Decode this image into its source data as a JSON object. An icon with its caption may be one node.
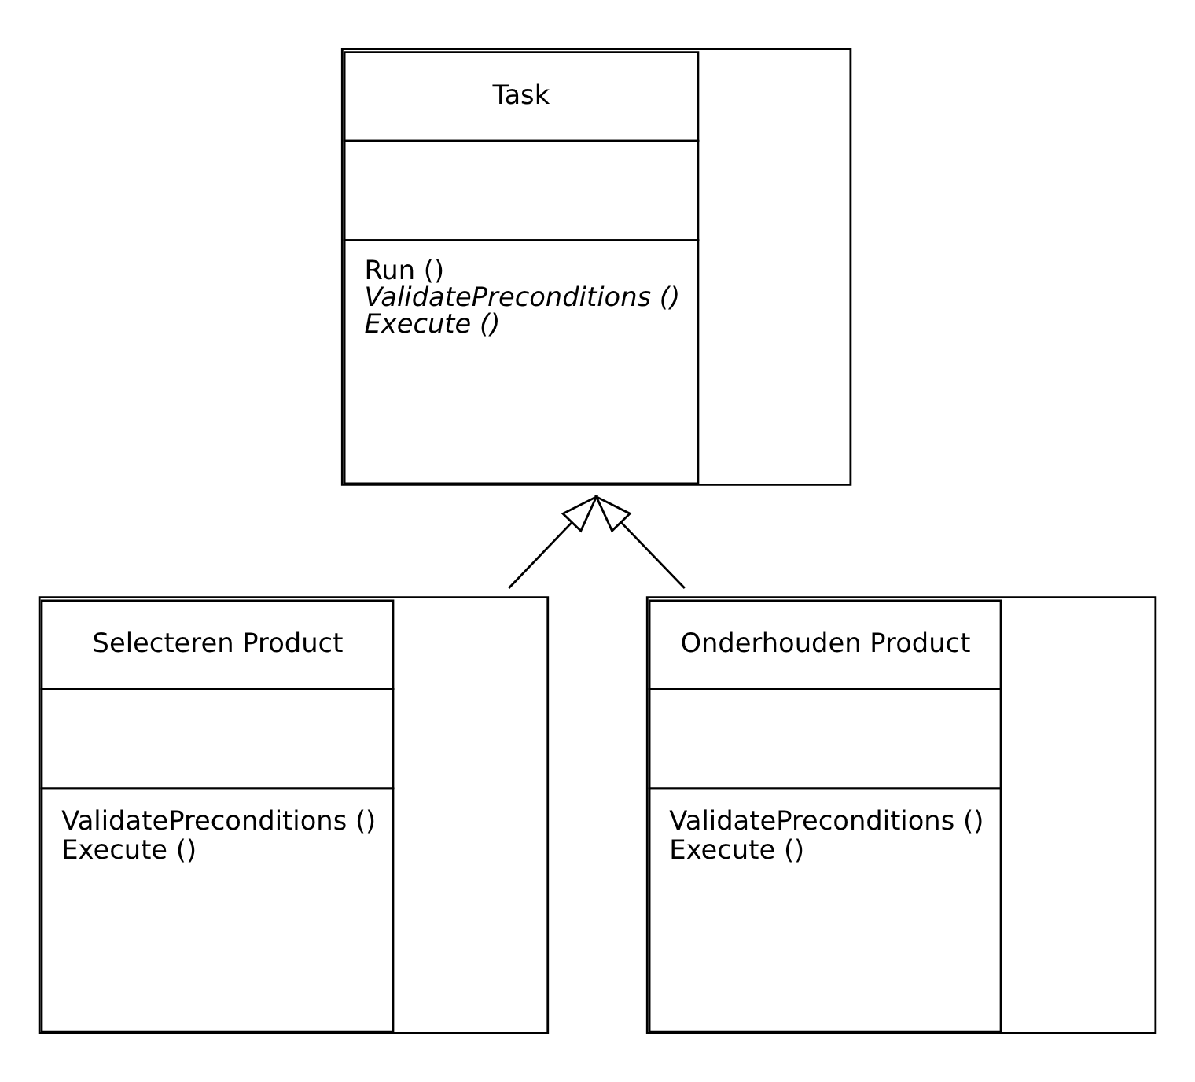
{
  "diagram": {
    "nodes": [
      {
        "text": [
          "Task",
          "Run ()",
          "*ValidatePreconditions ()*",
          "*Execute ()*"
        ]
      },
      {
        "text": [
          "Selecteren Product",
          "ValidatePreconditions ()",
          "Execute ()"
        ]
      },
      {
        "text": [
          "Onderhouden Product",
          "ValidatePreconditions ()",
          "Execute ()"
        ]
      }
    ],
    "edges": [
      {
        "from": 1,
        "to": 0,
        "arrow": "to"
      },
      {
        "from": 2,
        "to": 0,
        "arrow": "to"
      }
    ]
  }
}
